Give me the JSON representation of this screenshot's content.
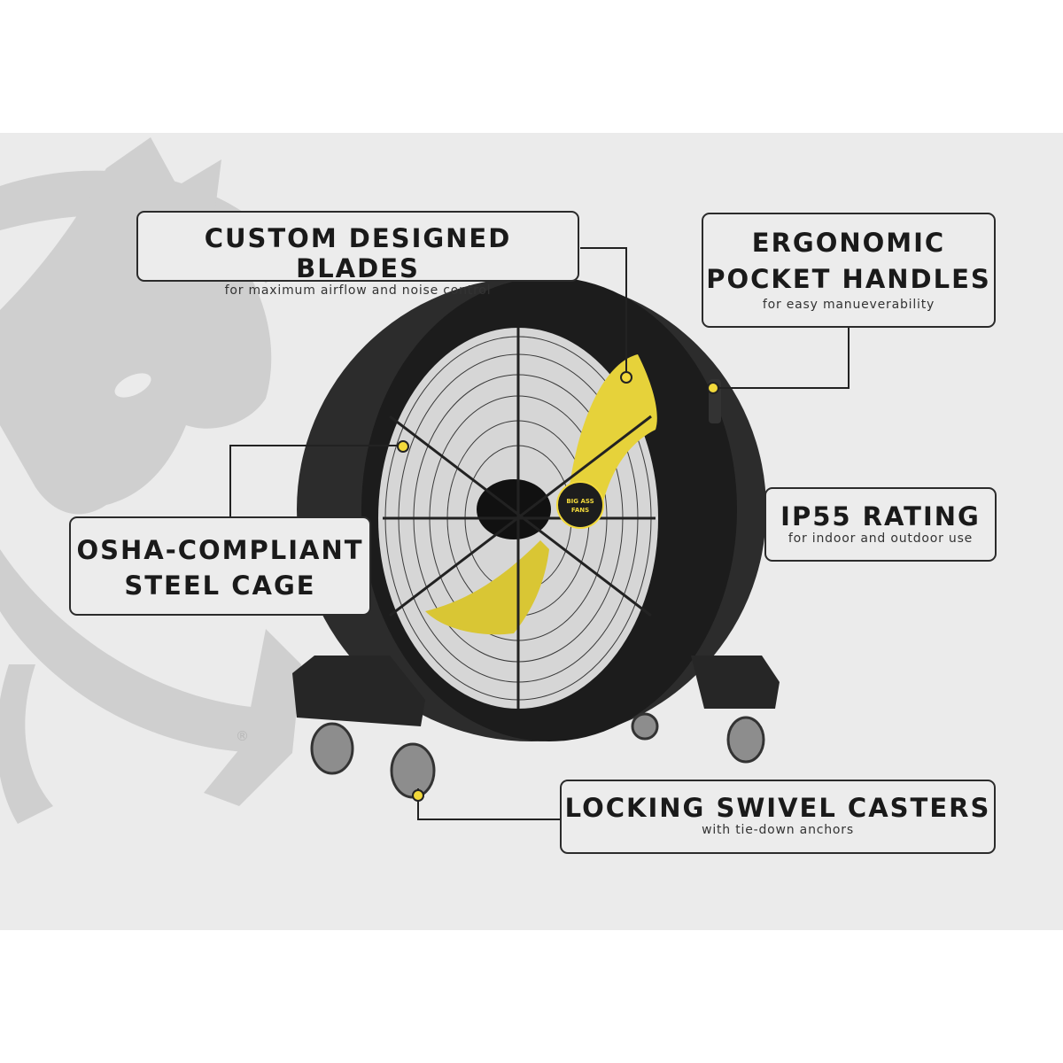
{
  "callouts": {
    "blades": {
      "title": "CUSTOM DESIGNED BLADES",
      "subtitle": "for maximum airflow and noise control"
    },
    "handles": {
      "title_line1": "ERGONOMIC",
      "title_line2": "POCKET HANDLES",
      "subtitle": "for easy manueverability"
    },
    "rating": {
      "title": "IP55 RATING",
      "subtitle": "for indoor and outdoor use"
    },
    "cage": {
      "title_line1": "OSHA-COMPLIANT",
      "title_line2": "STEEL CAGE"
    },
    "casters": {
      "title": "LOCKING SWIVEL CASTERS",
      "subtitle": "with tie-down anchors"
    }
  },
  "badge": {
    "line1": "BIG ASS",
    "line2": "FANS"
  },
  "registered_mark": "®",
  "colors": {
    "accent_yellow": "#f2d93b",
    "fan_black": "#1d1d1d",
    "panel_gray": "#ebebeb",
    "watermark_gray": "#c9c9c9"
  },
  "icons": [
    "donkey-watermark-logo",
    "callout-dot"
  ]
}
